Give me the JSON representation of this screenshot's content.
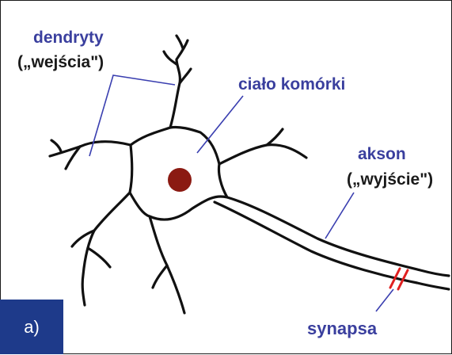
{
  "labels": {
    "dendrites": "dendryty",
    "dendrites_sub": "(„wejścia\")",
    "cell_body": "ciało komórki",
    "axon": "akson",
    "axon_sub": "(„wyjście\")",
    "synapse": "synapsa"
  },
  "panel_label": "a)",
  "colors": {
    "label_blue": "#3a3f9e",
    "leader_line": "#3a3fb0",
    "neuron_outline": "#111111",
    "nucleus": "#8b1a12",
    "synapse_marks": "#e02020",
    "badge_bg": "#1e3a8a"
  }
}
